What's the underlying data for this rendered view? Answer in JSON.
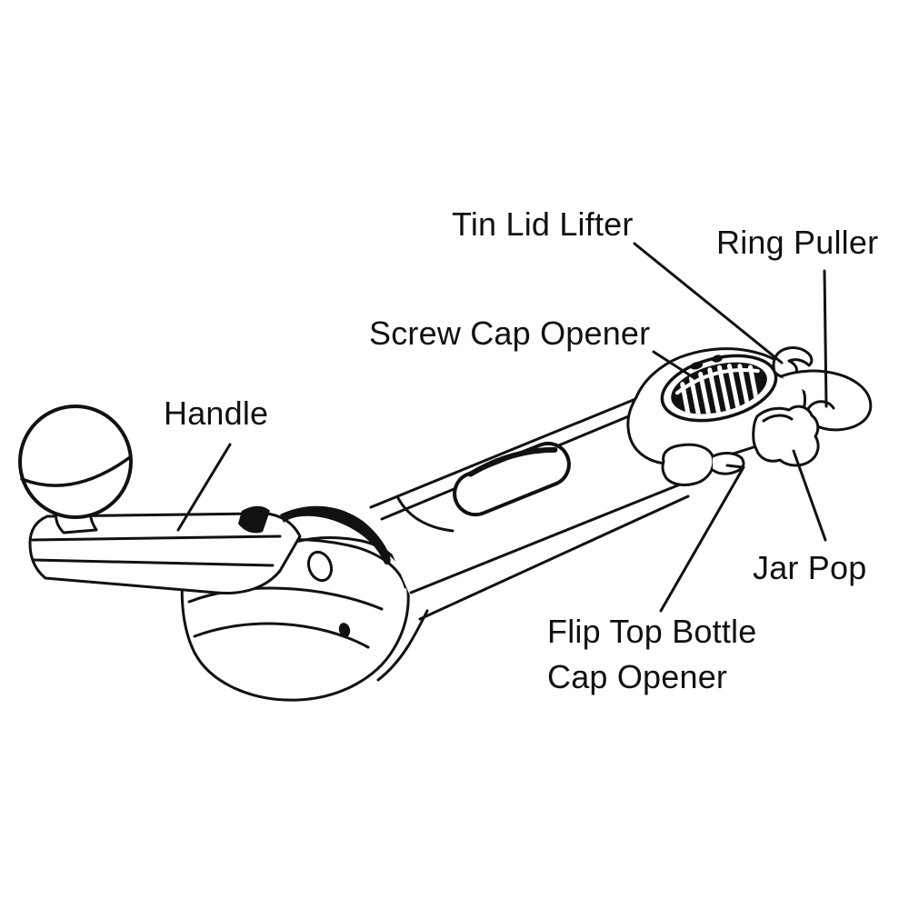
{
  "figure": {
    "ink_color": "#111111",
    "background_color": "#ffffff"
  },
  "labels": {
    "tin_lid_lifter": "Tin Lid Lifter",
    "ring_puller": "Ring Puller",
    "screw_cap_opener": "Screw Cap Opener",
    "handle": "Handle",
    "jar_pop": "Jar Pop",
    "flip_top_line1": "Flip Top Bottle",
    "flip_top_line2": "Cap Opener"
  }
}
